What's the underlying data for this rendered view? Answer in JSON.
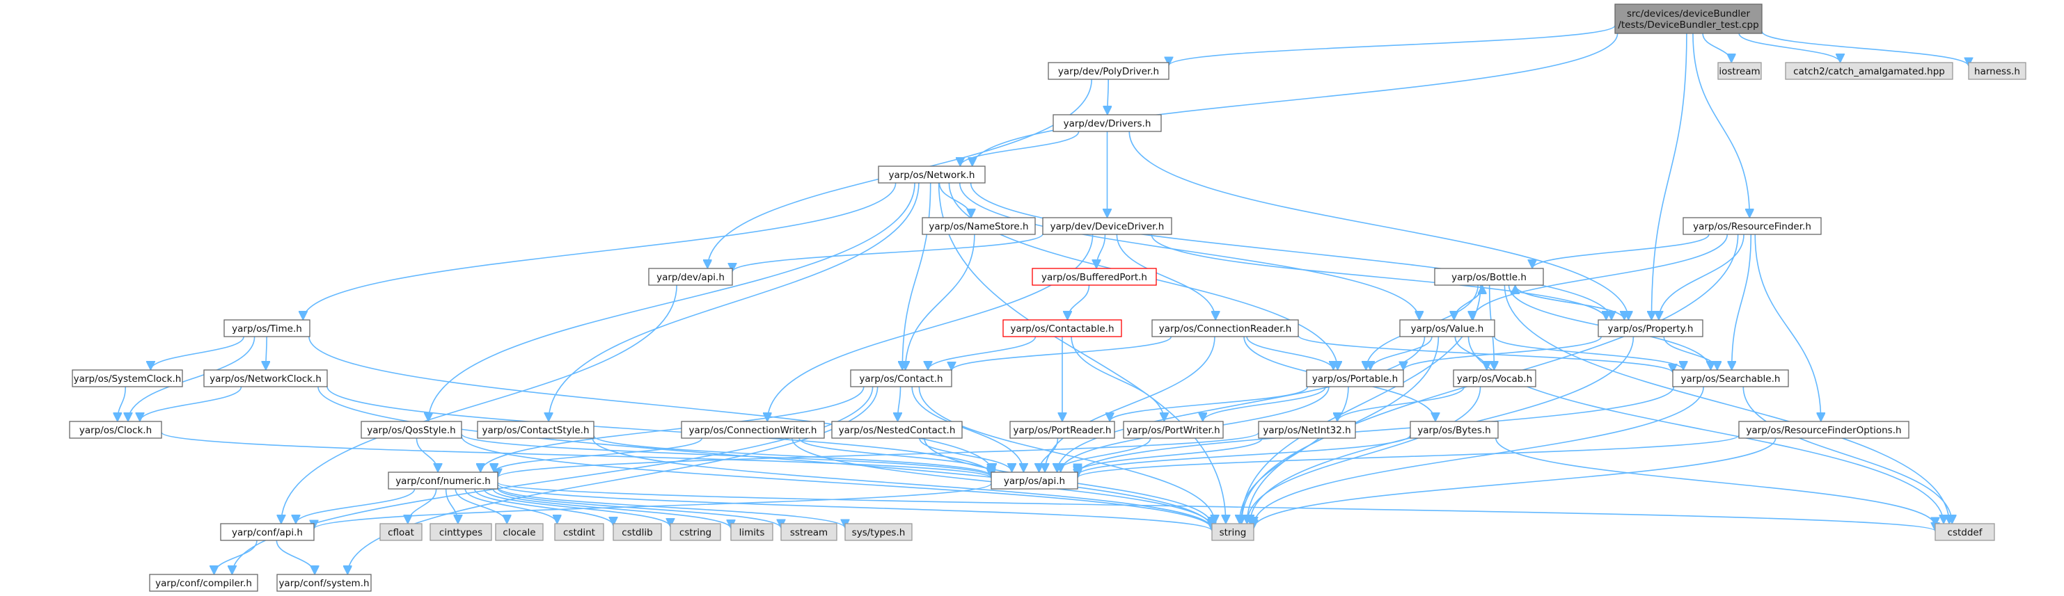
{
  "colors": {
    "edge": "#63b8ff",
    "box_fill": "#ffffff",
    "box_stroke": "#666666",
    "root_fill": "#999999",
    "root_stroke": "#666666",
    "system_fill": "#e0e0e0",
    "system_stroke": "#999999",
    "truncated_stroke": "#ff0000"
  },
  "nodes": [
    {
      "id": "root",
      "label": [
        "src/devices/deviceBundler",
        "/tests/DeviceBundler_test.cpp"
      ],
      "kind": "root"
    },
    {
      "id": "iostream",
      "label": [
        "iostream"
      ],
      "kind": "system"
    },
    {
      "id": "catch2",
      "label": [
        "catch2/catch_amalgamated.hpp"
      ],
      "kind": "system"
    },
    {
      "id": "harness",
      "label": [
        "harness.h"
      ],
      "kind": "system"
    },
    {
      "id": "polydriver",
      "label": [
        "yarp/dev/PolyDriver.h"
      ],
      "kind": "normal"
    },
    {
      "id": "drivers",
      "label": [
        "yarp/dev/Drivers.h"
      ],
      "kind": "normal"
    },
    {
      "id": "network",
      "label": [
        "yarp/os/Network.h"
      ],
      "kind": "normal"
    },
    {
      "id": "namestore",
      "label": [
        "yarp/os/NameStore.h"
      ],
      "kind": "normal"
    },
    {
      "id": "devicedriver",
      "label": [
        "yarp/dev/DeviceDriver.h"
      ],
      "kind": "normal"
    },
    {
      "id": "resourcefinder",
      "label": [
        "yarp/os/ResourceFinder.h"
      ],
      "kind": "normal"
    },
    {
      "id": "devapi",
      "label": [
        "yarp/dev/api.h"
      ],
      "kind": "normal"
    },
    {
      "id": "bufferedport",
      "label": [
        "yarp/os/BufferedPort.h"
      ],
      "kind": "truncated"
    },
    {
      "id": "bottle",
      "label": [
        "yarp/os/Bottle.h"
      ],
      "kind": "normal"
    },
    {
      "id": "time",
      "label": [
        "yarp/os/Time.h"
      ],
      "kind": "normal"
    },
    {
      "id": "contactable",
      "label": [
        "yarp/os/Contactable.h"
      ],
      "kind": "truncated"
    },
    {
      "id": "connectionreader",
      "label": [
        "yarp/os/ConnectionReader.h"
      ],
      "kind": "normal"
    },
    {
      "id": "value",
      "label": [
        "yarp/os/Value.h"
      ],
      "kind": "normal"
    },
    {
      "id": "property",
      "label": [
        "yarp/os/Property.h"
      ],
      "kind": "normal"
    },
    {
      "id": "systemclock",
      "label": [
        "yarp/os/SystemClock.h"
      ],
      "kind": "normal"
    },
    {
      "id": "networkclock",
      "label": [
        "yarp/os/NetworkClock.h"
      ],
      "kind": "normal"
    },
    {
      "id": "contact",
      "label": [
        "yarp/os/Contact.h"
      ],
      "kind": "normal"
    },
    {
      "id": "portable",
      "label": [
        "yarp/os/Portable.h"
      ],
      "kind": "normal"
    },
    {
      "id": "vocab",
      "label": [
        "yarp/os/Vocab.h"
      ],
      "kind": "normal"
    },
    {
      "id": "searchable",
      "label": [
        "yarp/os/Searchable.h"
      ],
      "kind": "normal"
    },
    {
      "id": "clock",
      "label": [
        "yarp/os/Clock.h"
      ],
      "kind": "normal"
    },
    {
      "id": "qosstyle",
      "label": [
        "yarp/os/QosStyle.h"
      ],
      "kind": "normal"
    },
    {
      "id": "contactstyle",
      "label": [
        "yarp/os/ContactStyle.h"
      ],
      "kind": "normal"
    },
    {
      "id": "connectionwriter",
      "label": [
        "yarp/os/ConnectionWriter.h"
      ],
      "kind": "normal"
    },
    {
      "id": "nestedcontact",
      "label": [
        "yarp/os/NestedContact.h"
      ],
      "kind": "normal"
    },
    {
      "id": "portreader",
      "label": [
        "yarp/os/PortReader.h"
      ],
      "kind": "normal"
    },
    {
      "id": "portwriter",
      "label": [
        "yarp/os/PortWriter.h"
      ],
      "kind": "normal"
    },
    {
      "id": "netint32",
      "label": [
        "yarp/os/NetInt32.h"
      ],
      "kind": "normal"
    },
    {
      "id": "bytes",
      "label": [
        "yarp/os/Bytes.h"
      ],
      "kind": "normal"
    },
    {
      "id": "rfoptions",
      "label": [
        "yarp/os/ResourceFinderOptions.h"
      ],
      "kind": "normal"
    },
    {
      "id": "confnumeric",
      "label": [
        "yarp/conf/numeric.h"
      ],
      "kind": "normal"
    },
    {
      "id": "osapi",
      "label": [
        "yarp/os/api.h"
      ],
      "kind": "normal"
    },
    {
      "id": "confapi",
      "label": [
        "yarp/conf/api.h"
      ],
      "kind": "normal"
    },
    {
      "id": "cfloat",
      "label": [
        "cfloat"
      ],
      "kind": "system"
    },
    {
      "id": "cinttypes",
      "label": [
        "cinttypes"
      ],
      "kind": "system"
    },
    {
      "id": "clocale",
      "label": [
        "clocale"
      ],
      "kind": "system"
    },
    {
      "id": "cstdint",
      "label": [
        "cstdint"
      ],
      "kind": "system"
    },
    {
      "id": "cstdlib",
      "label": [
        "cstdlib"
      ],
      "kind": "system"
    },
    {
      "id": "cstring",
      "label": [
        "cstring"
      ],
      "kind": "system"
    },
    {
      "id": "limits",
      "label": [
        "limits"
      ],
      "kind": "system"
    },
    {
      "id": "sstream",
      "label": [
        "sstream"
      ],
      "kind": "system"
    },
    {
      "id": "systypes",
      "label": [
        "sys/types.h"
      ],
      "kind": "system"
    },
    {
      "id": "string",
      "label": [
        "string"
      ],
      "kind": "system"
    },
    {
      "id": "cstddef",
      "label": [
        "cstddef"
      ],
      "kind": "system"
    },
    {
      "id": "confcompiler",
      "label": [
        "yarp/conf/compiler.h"
      ],
      "kind": "normal"
    },
    {
      "id": "confsystem",
      "label": [
        "yarp/conf/system.h"
      ],
      "kind": "normal"
    }
  ],
  "edges": [
    [
      "root",
      "iostream"
    ],
    [
      "root",
      "catch2"
    ],
    [
      "root",
      "harness"
    ],
    [
      "root",
      "polydriver"
    ],
    [
      "root",
      "network"
    ],
    [
      "root",
      "property"
    ],
    [
      "root",
      "resourcefinder"
    ],
    [
      "polydriver",
      "drivers"
    ],
    [
      "polydriver",
      "devapi"
    ],
    [
      "drivers",
      "network"
    ],
    [
      "drivers",
      "devicedriver"
    ],
    [
      "drivers",
      "property"
    ],
    [
      "network",
      "namestore"
    ],
    [
      "network",
      "contact"
    ],
    [
      "network",
      "time"
    ],
    [
      "network",
      "value"
    ],
    [
      "network",
      "portable"
    ],
    [
      "network",
      "property"
    ],
    [
      "network",
      "qosstyle"
    ],
    [
      "network",
      "contactstyle"
    ],
    [
      "network",
      "string"
    ],
    [
      "namestore",
      "contact"
    ],
    [
      "devicedriver",
      "devapi"
    ],
    [
      "devicedriver",
      "bufferedport"
    ],
    [
      "devicedriver",
      "connectionreader"
    ],
    [
      "devicedriver",
      "connectionwriter"
    ],
    [
      "devicedriver",
      "property"
    ],
    [
      "bufferedport",
      "contactable"
    ],
    [
      "contactable",
      "contact"
    ],
    [
      "contactable",
      "portreader"
    ],
    [
      "contactable",
      "portwriter"
    ],
    [
      "connectionreader",
      "contact"
    ],
    [
      "connectionreader",
      "bytes"
    ],
    [
      "connectionreader",
      "searchable"
    ],
    [
      "connectionreader",
      "portable"
    ],
    [
      "connectionreader",
      "osapi"
    ],
    [
      "devapi",
      "confapi"
    ],
    [
      "time",
      "systemclock"
    ],
    [
      "time",
      "networkclock"
    ],
    [
      "time",
      "clock"
    ],
    [
      "time",
      "osapi"
    ],
    [
      "systemclock",
      "clock"
    ],
    [
      "networkclock",
      "clock"
    ],
    [
      "networkclock",
      "osapi"
    ],
    [
      "networkclock",
      "string"
    ],
    [
      "clock",
      "osapi"
    ],
    [
      "contact",
      "nestedcontact"
    ],
    [
      "contact",
      "confnumeric"
    ],
    [
      "contact",
      "confcompiler"
    ],
    [
      "contact",
      "confsystem"
    ],
    [
      "contact",
      "osapi"
    ],
    [
      "contact",
      "string"
    ],
    [
      "qosstyle",
      "confnumeric"
    ],
    [
      "qosstyle",
      "osapi"
    ],
    [
      "qosstyle",
      "string"
    ],
    [
      "contactstyle",
      "osapi"
    ],
    [
      "contactstyle",
      "string"
    ],
    [
      "connectionwriter",
      "confnumeric"
    ],
    [
      "connectionwriter",
      "osapi"
    ],
    [
      "connectionwriter",
      "string"
    ],
    [
      "nestedcontact",
      "osapi"
    ],
    [
      "nestedcontact",
      "string"
    ],
    [
      "resourcefinder",
      "bottle"
    ],
    [
      "resourcefinder",
      "property"
    ],
    [
      "resourcefinder",
      "searchable"
    ],
    [
      "resourcefinder",
      "rfoptions"
    ],
    [
      "resourcefinder",
      "string"
    ],
    [
      "resourcefinder",
      "value"
    ],
    [
      "bottle",
      "value"
    ],
    [
      "bottle",
      "portable"
    ],
    [
      "bottle",
      "searchable"
    ],
    [
      "bottle",
      "property"
    ],
    [
      "bottle",
      "vocab"
    ],
    [
      "bottle",
      "string"
    ],
    [
      "bottle",
      "cstddef"
    ],
    [
      "value",
      "bottle"
    ],
    [
      "value",
      "portable"
    ],
    [
      "value",
      "searchable"
    ],
    [
      "value",
      "vocab"
    ],
    [
      "value",
      "string"
    ],
    [
      "value",
      "osapi"
    ],
    [
      "value",
      "cstddef"
    ],
    [
      "property",
      "bottle"
    ],
    [
      "property",
      "portable"
    ],
    [
      "property",
      "searchable"
    ],
    [
      "property",
      "string"
    ],
    [
      "portable",
      "portreader"
    ],
    [
      "portable",
      "portwriter"
    ],
    [
      "portable",
      "osapi"
    ],
    [
      "portable",
      "string"
    ],
    [
      "vocab",
      "netint32"
    ],
    [
      "vocab",
      "string"
    ],
    [
      "searchable",
      "osapi"
    ],
    [
      "searchable",
      "string"
    ],
    [
      "searchable",
      "cstddef"
    ],
    [
      "portreader",
      "osapi"
    ],
    [
      "portwriter",
      "osapi"
    ],
    [
      "netint32",
      "confnumeric"
    ],
    [
      "netint32",
      "osapi"
    ],
    [
      "bytes",
      "osapi"
    ],
    [
      "bytes",
      "cstddef"
    ],
    [
      "rfoptions",
      "osapi"
    ],
    [
      "rfoptions",
      "string"
    ],
    [
      "osapi",
      "confapi"
    ],
    [
      "confapi",
      "confcompiler"
    ],
    [
      "confapi",
      "confsystem"
    ],
    [
      "confnumeric",
      "confapi"
    ],
    [
      "confnumeric",
      "cfloat"
    ],
    [
      "confnumeric",
      "cinttypes"
    ],
    [
      "confnumeric",
      "clocale"
    ],
    [
      "confnumeric",
      "cstdint"
    ],
    [
      "confnumeric",
      "cstdlib"
    ],
    [
      "confnumeric",
      "cstring"
    ],
    [
      "confnumeric",
      "limits"
    ],
    [
      "confnumeric",
      "sstream"
    ],
    [
      "confnumeric",
      "systypes"
    ],
    [
      "confnumeric",
      "string"
    ],
    [
      "confnumeric",
      "cstddef"
    ]
  ]
}
